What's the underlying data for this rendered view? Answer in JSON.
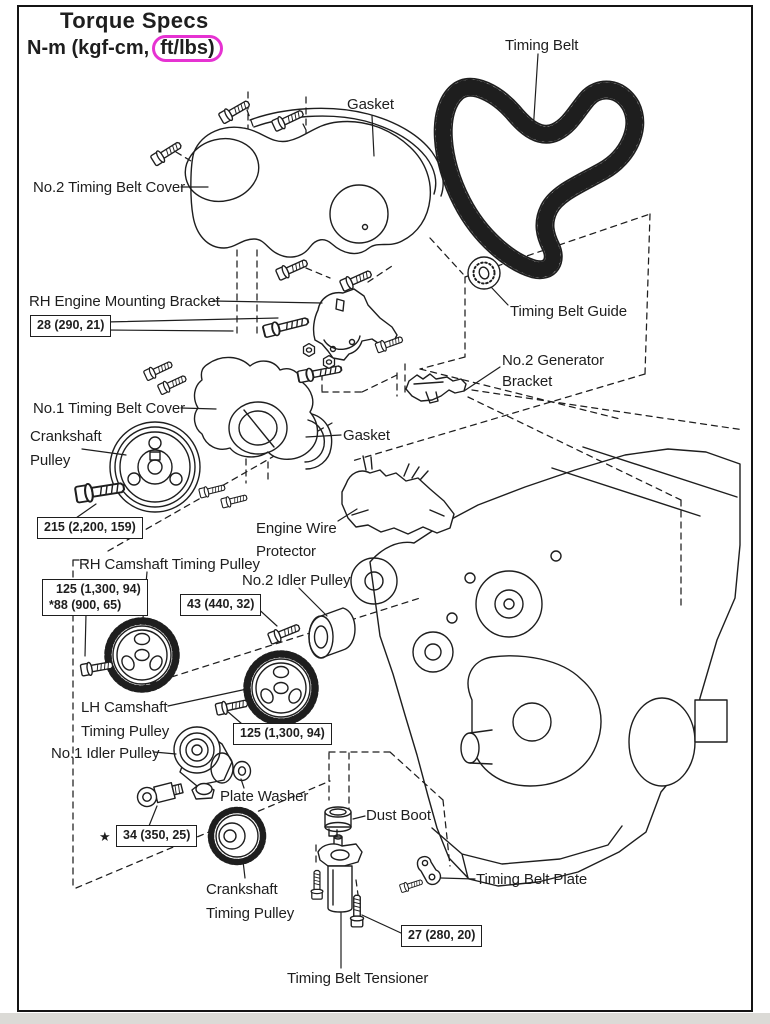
{
  "colors": {
    "accent": "#e632d2",
    "ink": "#1e1e1e"
  },
  "header": {
    "title": "Torque Specs",
    "units_prefix": "N-m  (kgf-cm,",
    "units_highlighted": "ft/lbs)"
  },
  "part_labels": {
    "timing_belt": "Timing Belt",
    "gasket_upper": "Gasket",
    "no2_timing_belt_cover": "No.2 Timing Belt Cover",
    "rh_engine_mounting_bracket": "RH Engine Mounting Bracket",
    "timing_belt_guide": "Timing Belt Guide",
    "no2_generator_bracket_l1": "No.2 Generator",
    "no2_generator_bracket_l2": "Bracket",
    "no1_timing_belt_cover": "No.1 Timing Belt Cover",
    "crankshaft_pulley_l1": "Crankshaft",
    "crankshaft_pulley_l2": "Pulley",
    "gasket_lower": "Gasket",
    "engine_wire_protector_l1": "Engine Wire",
    "engine_wire_protector_l2": "Protector",
    "rh_camshaft_timing_pulley": "RH Camshaft Timing Pulley",
    "no2_idler_pulley": "No.2 Idler Pulley",
    "lh_camshaft_timing_pulley_l1": "LH Camshaft",
    "lh_camshaft_timing_pulley_l2": "Timing Pulley",
    "no1_idler_pulley": "No.1 Idler Pulley",
    "plate_washer": "Plate Washer",
    "dust_boot": "Dust Boot",
    "crankshaft_timing_pulley_l1": "Crankshaft",
    "crankshaft_timing_pulley_l2": "Timing Pulley",
    "timing_belt_plate": "Timing Belt Plate",
    "timing_belt_tensioner": "Timing Belt Tensioner"
  },
  "torque_specs": {
    "mounting_bracket_bolt": "28 (290, 21)",
    "crankshaft_pulley_bolt": "215 (2,200, 159)",
    "camshaft_pulley_bolt_l1": "125 (1,300, 94)",
    "camshaft_pulley_bolt_l2": "*88 (900, 65)",
    "no2_idler_pulley_bolt": "43 (440, 32)",
    "lh_camshaft_pulley_bolt": "125 (1,300, 94)",
    "no1_idler_pulley_bolt": "34 (350, 25)",
    "no1_idler_pulley_star": "★",
    "tensioner_bolt": "27 (280, 20)"
  }
}
